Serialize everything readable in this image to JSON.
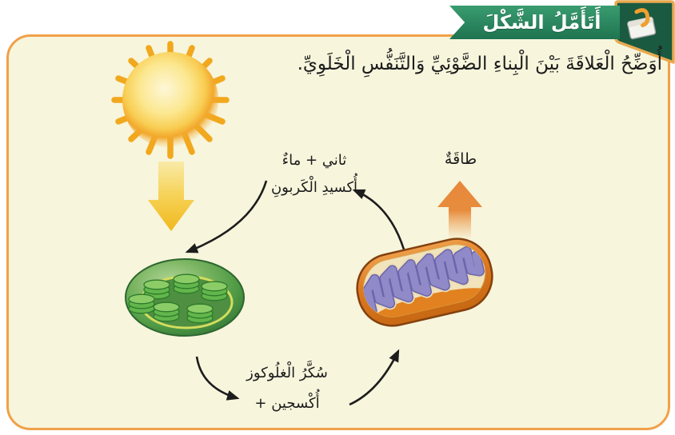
{
  "header": {
    "tab_label": "أَتَأَمَّلُ الشَّكْلَ",
    "tab_color": "#2b8a61",
    "corner_color": "#1a5a40",
    "trim_color": "#e9a94e"
  },
  "caption": "أُوَضِّحُ الْعَلاقَةَ بَيْنَ الْبِناءِ الضَّوْئِيِّ وَالتَّنَفُّسِ الْخَلَوِيِّ.",
  "diagram": {
    "labels": {
      "inputs_line1": "ماءٌ‎ + ثاني",
      "inputs_line2": "أُكسيدِ الْكَربونِ",
      "energy": "طاقَةٌ",
      "outputs_line1": "سُكَّرُ الْغلُوكوز",
      "outputs_line2": "+ أُكْسجين"
    },
    "illustrations": [
      "sun",
      "sunlight-arrow",
      "chloroplast",
      "mitochondrion",
      "energy-arrow"
    ],
    "colors": {
      "frame_border": "#f0a14a",
      "frame_background": "#f7f5dc",
      "sun": "#f4b034",
      "sunlight_arrow": "#f0b81d",
      "energy_arrow": "#e8883a",
      "chloroplast_green": "#4f9a45",
      "mitochondrion_orange": "#de7a22",
      "cristae_purple": "#8a83c2",
      "cycle_arrows": "#1d1d1d"
    }
  }
}
